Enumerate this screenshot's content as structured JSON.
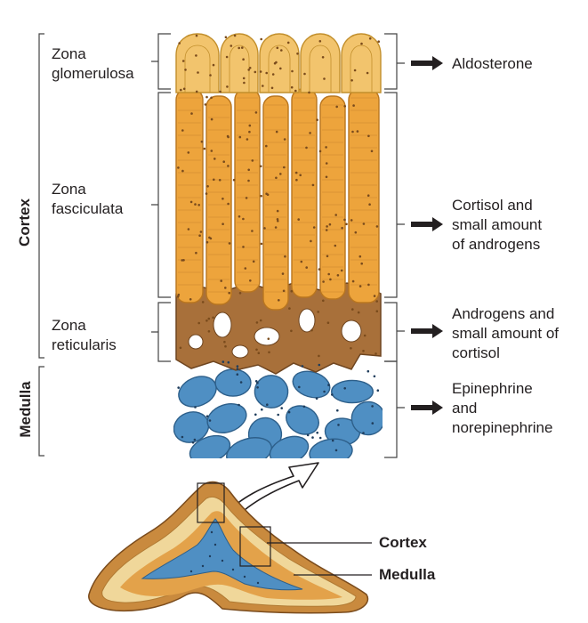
{
  "regions": {
    "cortex": "Cortex",
    "medulla": "Medulla"
  },
  "zones": [
    {
      "line1": "Zona",
      "line2": "glomerulosa",
      "product": [
        "Aldosterone"
      ]
    },
    {
      "line1": "Zona",
      "line2": "fasciculata",
      "product": [
        "Cortisol and",
        "small amount",
        "of androgens"
      ]
    },
    {
      "line1": "Zona",
      "line2": "reticularis",
      "product": [
        "Androgens and",
        "small amount of",
        "cortisol"
      ]
    },
    {
      "line1": "",
      "line2": "",
      "product": [
        "Epinephrine",
        "and",
        "norepinephrine"
      ]
    }
  ],
  "gland_labels": {
    "cortex": "Cortex",
    "medulla": "Medulla"
  },
  "colors": {
    "glomerulosa": "#f2c46d",
    "fasciculata": "#eda43c",
    "reticularis": "#a8703a",
    "medulla": "#4f8fc3",
    "gland_outer": "#c98a3e",
    "gland_inner": "#f0d79a"
  }
}
